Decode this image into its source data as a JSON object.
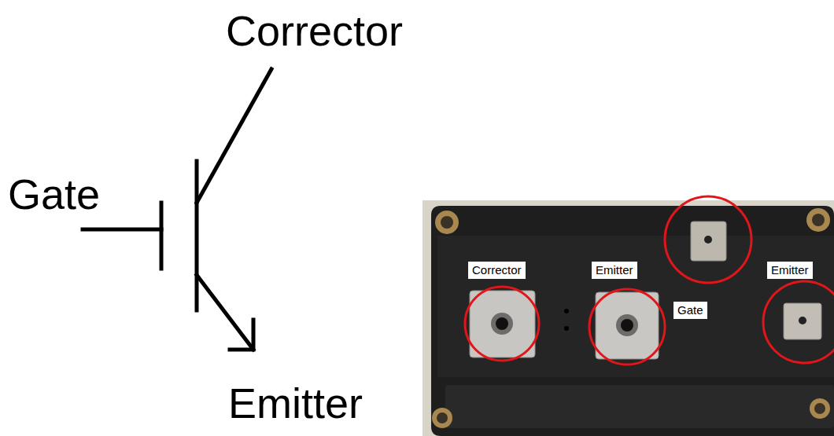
{
  "diagram": {
    "nodes": [
      {
        "text": [
          "Corrector"
        ]
      },
      {
        "text": [
          "Emitter"
        ]
      },
      {
        "text": [
          "Gate"
        ]
      },
      {
        "text": [
          "Emitter"
        ]
      }
    ],
    "labels": [
      "Corrector",
      "Gate",
      "Emitter"
    ]
  }
}
